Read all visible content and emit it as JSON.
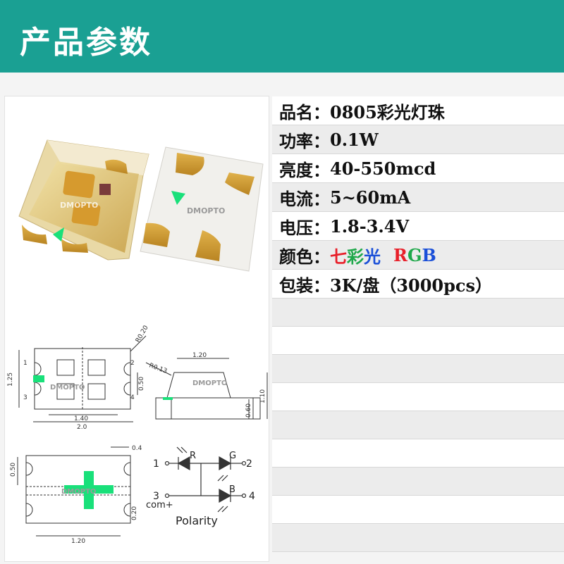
{
  "header": {
    "title": "产品参数"
  },
  "watermark": "DMOPTO",
  "specs": [
    {
      "label": "品名：",
      "value": "0805彩光灯珠"
    },
    {
      "label": "功率：",
      "value": "0.1W"
    },
    {
      "label": "亮度：",
      "value": "40-550mcd"
    },
    {
      "label": "电流：",
      "value": "5~60mA"
    },
    {
      "label": "电压：",
      "value": "1.8-3.4V"
    },
    {
      "label": "颜色：",
      "chars": [
        "七",
        "彩",
        "光"
      ],
      "rgb": [
        "R",
        "G",
        "B"
      ]
    },
    {
      "label": "包装：",
      "value": "3K/盘（3000pcs）"
    }
  ],
  "colors": {
    "teal": "#1aa093",
    "pad_gold": "#d4a33a",
    "cathode_green": "#19e07a",
    "red": "#e8202a",
    "green": "#1ea84a",
    "blue": "#1a4fd8"
  },
  "drawing1": {
    "pin1": "1",
    "pin2": "2",
    "pin3": "3",
    "pin4": "4",
    "dim_height": "1.25",
    "dim_inner": "1.40",
    "dim_width": "2.0",
    "dim_radius": "R0.20",
    "dim_pad": "0.50"
  },
  "drawing2": {
    "dim_top": "1.20",
    "dim_radius": "R0.13",
    "dim_height": "1.10",
    "dim_base": "0.60"
  },
  "drawing3": {
    "dim_side": "0.4",
    "dim_pad": "0.50",
    "dim_gap": "0.20",
    "dim_bottom": "1.20"
  },
  "schematic": {
    "r": "R",
    "g": "G",
    "b": "B",
    "pin1": "1",
    "pin2": "2",
    "pin3": "3",
    "pin4": "4",
    "common": "com+",
    "title": "Polarity"
  }
}
